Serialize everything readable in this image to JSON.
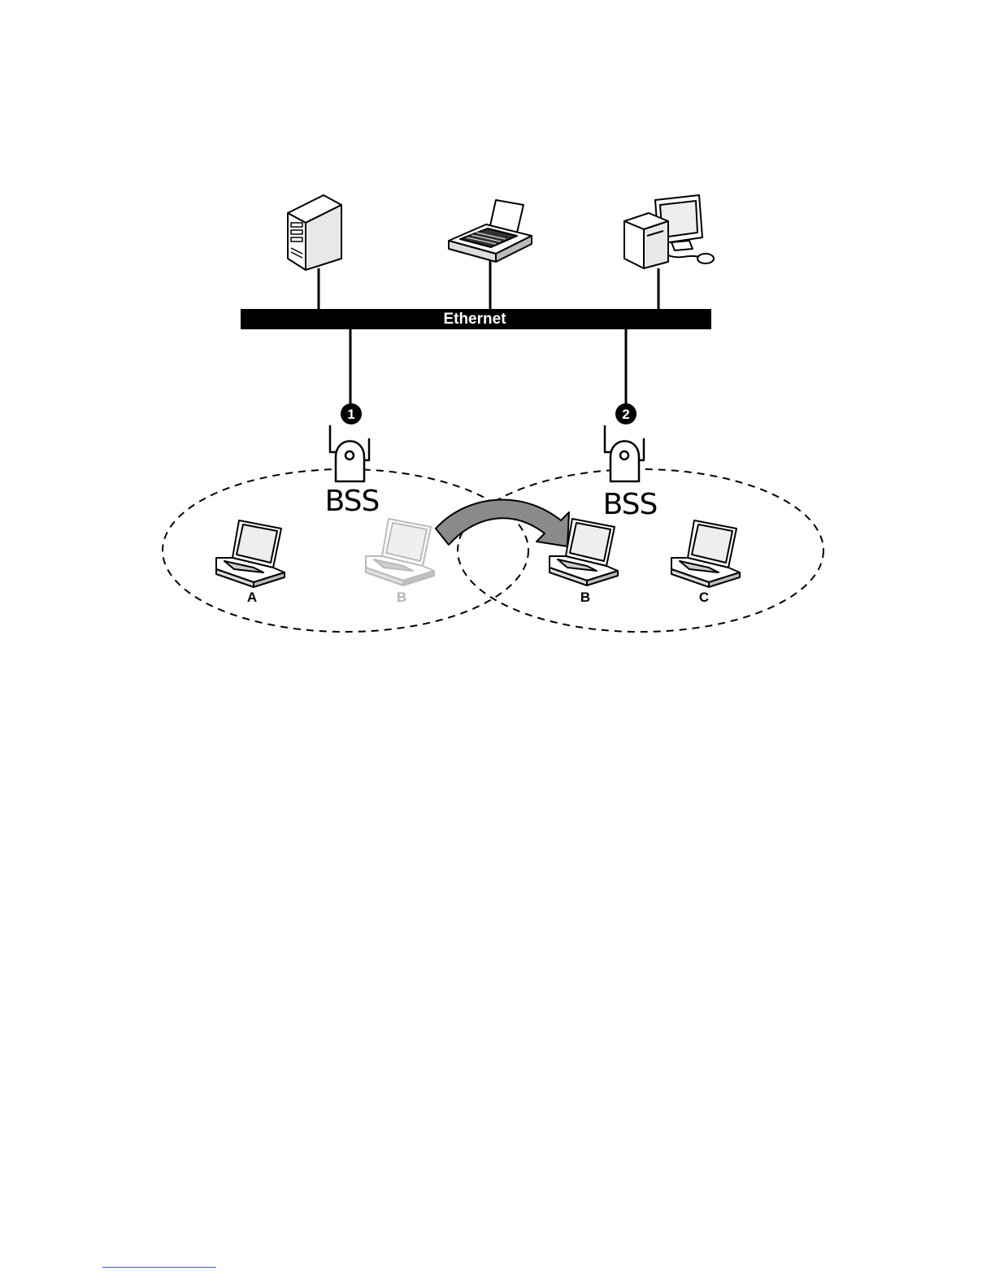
{
  "ethernet_label": "Ethernet",
  "access_points": [
    {
      "number": "1",
      "label": "BSS"
    },
    {
      "number": "2",
      "label": "BSS"
    }
  ],
  "stations": [
    {
      "label": "A",
      "state": "associated"
    },
    {
      "label": "B",
      "state": "previous-position-faded"
    },
    {
      "label": "B",
      "state": "associated"
    },
    {
      "label": "C",
      "state": "associated"
    }
  ],
  "devices": [
    "server-icon",
    "printer-icon",
    "desktop-computer-icon",
    "access-point-icon",
    "laptop-icon",
    "roaming-arrow-icon"
  ],
  "colors": {
    "line": "#000000",
    "faded": "#b3b3b3",
    "footer_rule": "#3b5bd6"
  }
}
